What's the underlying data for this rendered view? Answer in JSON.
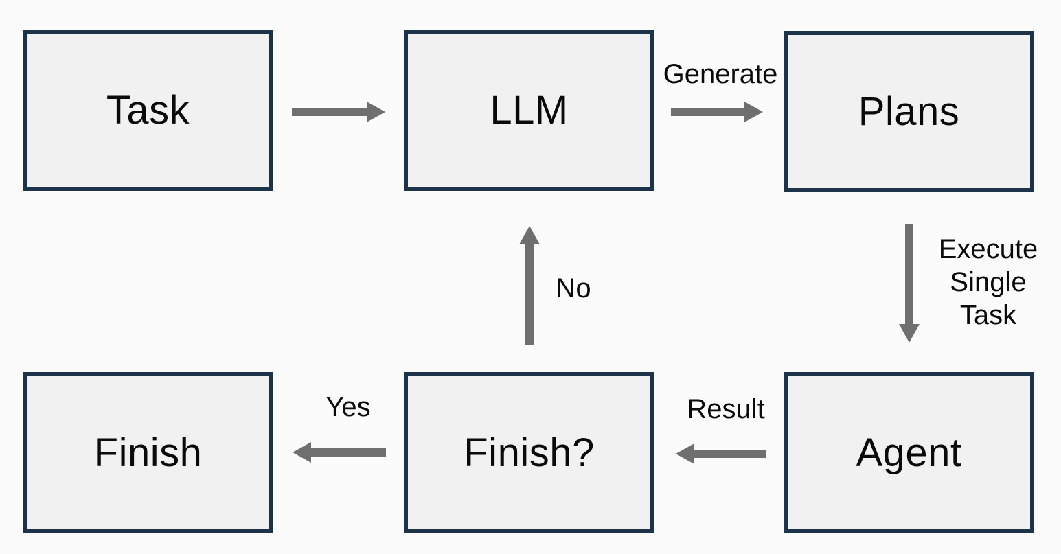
{
  "diagram": {
    "type": "flowchart",
    "nodes": [
      {
        "id": "task",
        "label": "Task"
      },
      {
        "id": "llm",
        "label": "LLM"
      },
      {
        "id": "plans",
        "label": "Plans"
      },
      {
        "id": "finish",
        "label": "Finish"
      },
      {
        "id": "finish_check",
        "label": "Finish?"
      },
      {
        "id": "agent",
        "label": "Agent"
      }
    ],
    "edges": [
      {
        "from": "task",
        "to": "llm",
        "label": ""
      },
      {
        "from": "llm",
        "to": "plans",
        "label": "Generate"
      },
      {
        "from": "plans",
        "to": "agent",
        "label": "Execute Single Task",
        "label_lines": [
          "Execute",
          "Single",
          "Task"
        ]
      },
      {
        "from": "agent",
        "to": "finish_check",
        "label": "Result"
      },
      {
        "from": "finish_check",
        "to": "llm",
        "label": "No"
      },
      {
        "from": "finish_check",
        "to": "finish",
        "label": "Yes"
      }
    ],
    "colors": {
      "background": "#fbfbfb",
      "node_fill": "#f1f1f2",
      "node_border": "#1d3349",
      "arrow": "#6f6f6f",
      "label_text": "#0a0a0a"
    }
  }
}
